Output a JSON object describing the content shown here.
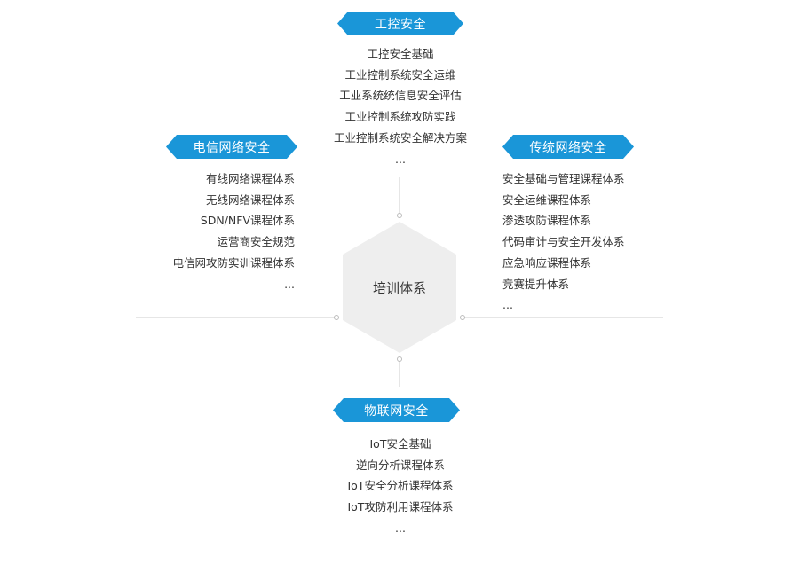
{
  "center": {
    "title": "培训体系"
  },
  "sections": {
    "top": {
      "title": "工控安全",
      "items": [
        "工控安全基础",
        "工业控制系统安全运维",
        "工业系统统信息安全评估",
        "工业控制系统攻防实践",
        "工业控制系统安全解决方案",
        "..."
      ]
    },
    "left": {
      "title": "电信网络安全",
      "items": [
        "有线网络课程体系",
        "无线网络课程体系",
        "SDN/NFV课程体系",
        "运营商安全规范",
        "电信网攻防实训课程体系",
        "..."
      ]
    },
    "right": {
      "title": "传统网络安全",
      "items": [
        "安全基础与管理课程体系",
        "安全运维课程体系",
        "渗透攻防课程体系",
        "代码审计与安全开发体系",
        "应急响应课程体系",
        "竞赛提升体系",
        "..."
      ]
    },
    "bottom": {
      "title": "物联网安全",
      "items": [
        "IoT安全基础",
        "逆向分析课程体系",
        "IoT安全分析课程体系",
        "IoT攻防利用课程体系",
        "..."
      ]
    }
  },
  "colors": {
    "badge": "#1a96d8",
    "badge_text": "#ffffff",
    "hexagon": "#eeeeee",
    "connector": "#cccccc",
    "text": "#333333"
  }
}
